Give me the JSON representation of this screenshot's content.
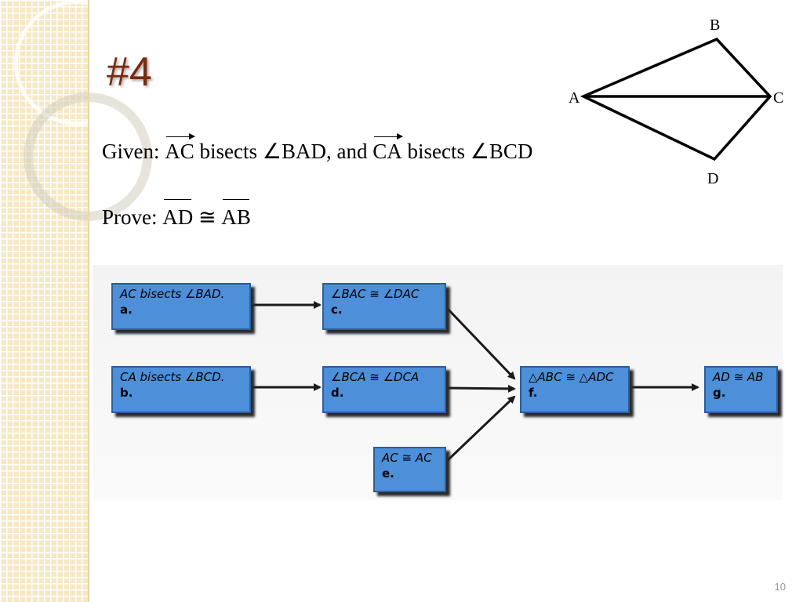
{
  "slide": {
    "title": "#4",
    "number": "10"
  },
  "given": {
    "prefix": "Given: ",
    "ray1": "AC",
    "mid1": " bisects ∠BAD, and ",
    "ray2": "CA",
    "mid2": " bisects ∠BCD"
  },
  "prove": {
    "prefix": "Prove: ",
    "seg1": "AD",
    "sym": " ≅ ",
    "seg2": "AB"
  },
  "figure": {
    "A": "A",
    "B": "B",
    "C": "C",
    "D": "D"
  },
  "flow": {
    "a": {
      "text": "AC bisects ∠BAD.",
      "label": "a."
    },
    "b": {
      "text": "CA bisects ∠BCD.",
      "label": "b."
    },
    "c": {
      "text": "∠BAC ≅ ∠DAC",
      "label": "c."
    },
    "d": {
      "text": "∠BCA ≅ ∠DCA",
      "label": "d."
    },
    "e": {
      "text": "AC ≅ AC",
      "label": "e."
    },
    "f": {
      "text": "△ABC ≅ △ADC",
      "label": "f."
    },
    "g": {
      "text": "AD ≅ AB",
      "label": "g."
    }
  }
}
